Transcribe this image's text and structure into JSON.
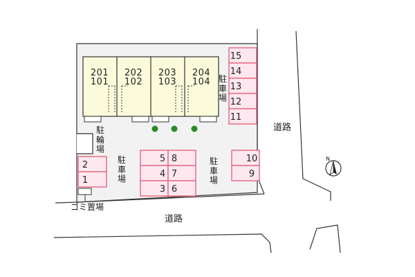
{
  "units": [
    {
      "upper": "201",
      "lower": "101"
    },
    {
      "upper": "202",
      "lower": "102"
    },
    {
      "upper": "203",
      "lower": "103"
    },
    {
      "upper": "204",
      "lower": "104"
    }
  ],
  "parking_stalls": {
    "right_column": [
      "15",
      "14",
      "13",
      "12",
      "11"
    ],
    "center_left": [
      "5",
      "4",
      "3"
    ],
    "center_right": [
      "8",
      "7",
      "6"
    ],
    "east": [
      "10",
      "9"
    ],
    "west": [
      "2",
      "1"
    ]
  },
  "labels": {
    "parking": "駐車場",
    "bicycle_parking": "駐輪場",
    "garbage": "ゴミ置場",
    "road": "道路",
    "north": "N"
  },
  "colors": {
    "building": "#fbfbdc",
    "site": "#f2f2f2",
    "stall_fill": "#fde8ef",
    "stall_border": "#e0506e",
    "tree": "#2a8a2a"
  }
}
